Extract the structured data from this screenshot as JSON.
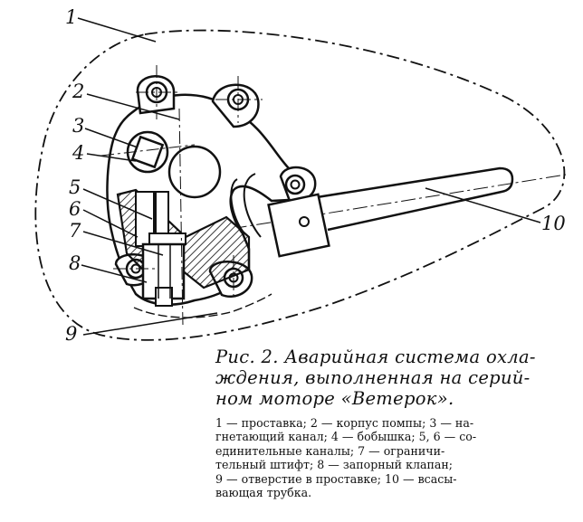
{
  "callouts": [
    {
      "id": "1",
      "text": "1"
    },
    {
      "id": "2",
      "text": "2"
    },
    {
      "id": "3",
      "text": "3"
    },
    {
      "id": "4",
      "text": "4"
    },
    {
      "id": "5",
      "text": "5"
    },
    {
      "id": "6",
      "text": "6"
    },
    {
      "id": "7",
      "text": "7"
    },
    {
      "id": "8",
      "text": "8"
    },
    {
      "id": "9",
      "text": "9"
    },
    {
      "id": "10",
      "text": "10"
    }
  ],
  "caption": {
    "title_lines": [
      "Рис. 2. Аварийная система охла-",
      "ждения, выполненная на серий-",
      "ном моторе «Ветерок»."
    ],
    "legend_lines": [
      "1 — проставка; 2 — корпус помпы; 3 — на-",
      "гнетающий канал; 4 — бобышка; 5, 6 — со-",
      "единительные каналы; 7 — ограничи-",
      "тельный штифт; 8 — запорный клапан;",
      "9 — отверстие в проставке; 10 — всасы-",
      "вающая трубка."
    ]
  }
}
